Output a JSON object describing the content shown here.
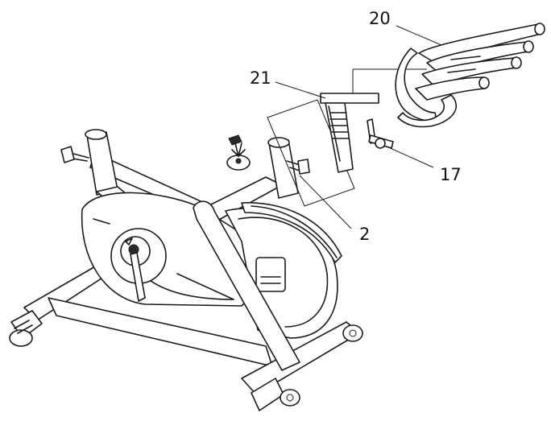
{
  "callouts": {
    "handlebar": "20",
    "handlebar_post": "21",
    "knob": "17",
    "seat_post_tube": "2"
  },
  "colors": {
    "line": "#1a1a1a",
    "background": "#ffffff"
  }
}
